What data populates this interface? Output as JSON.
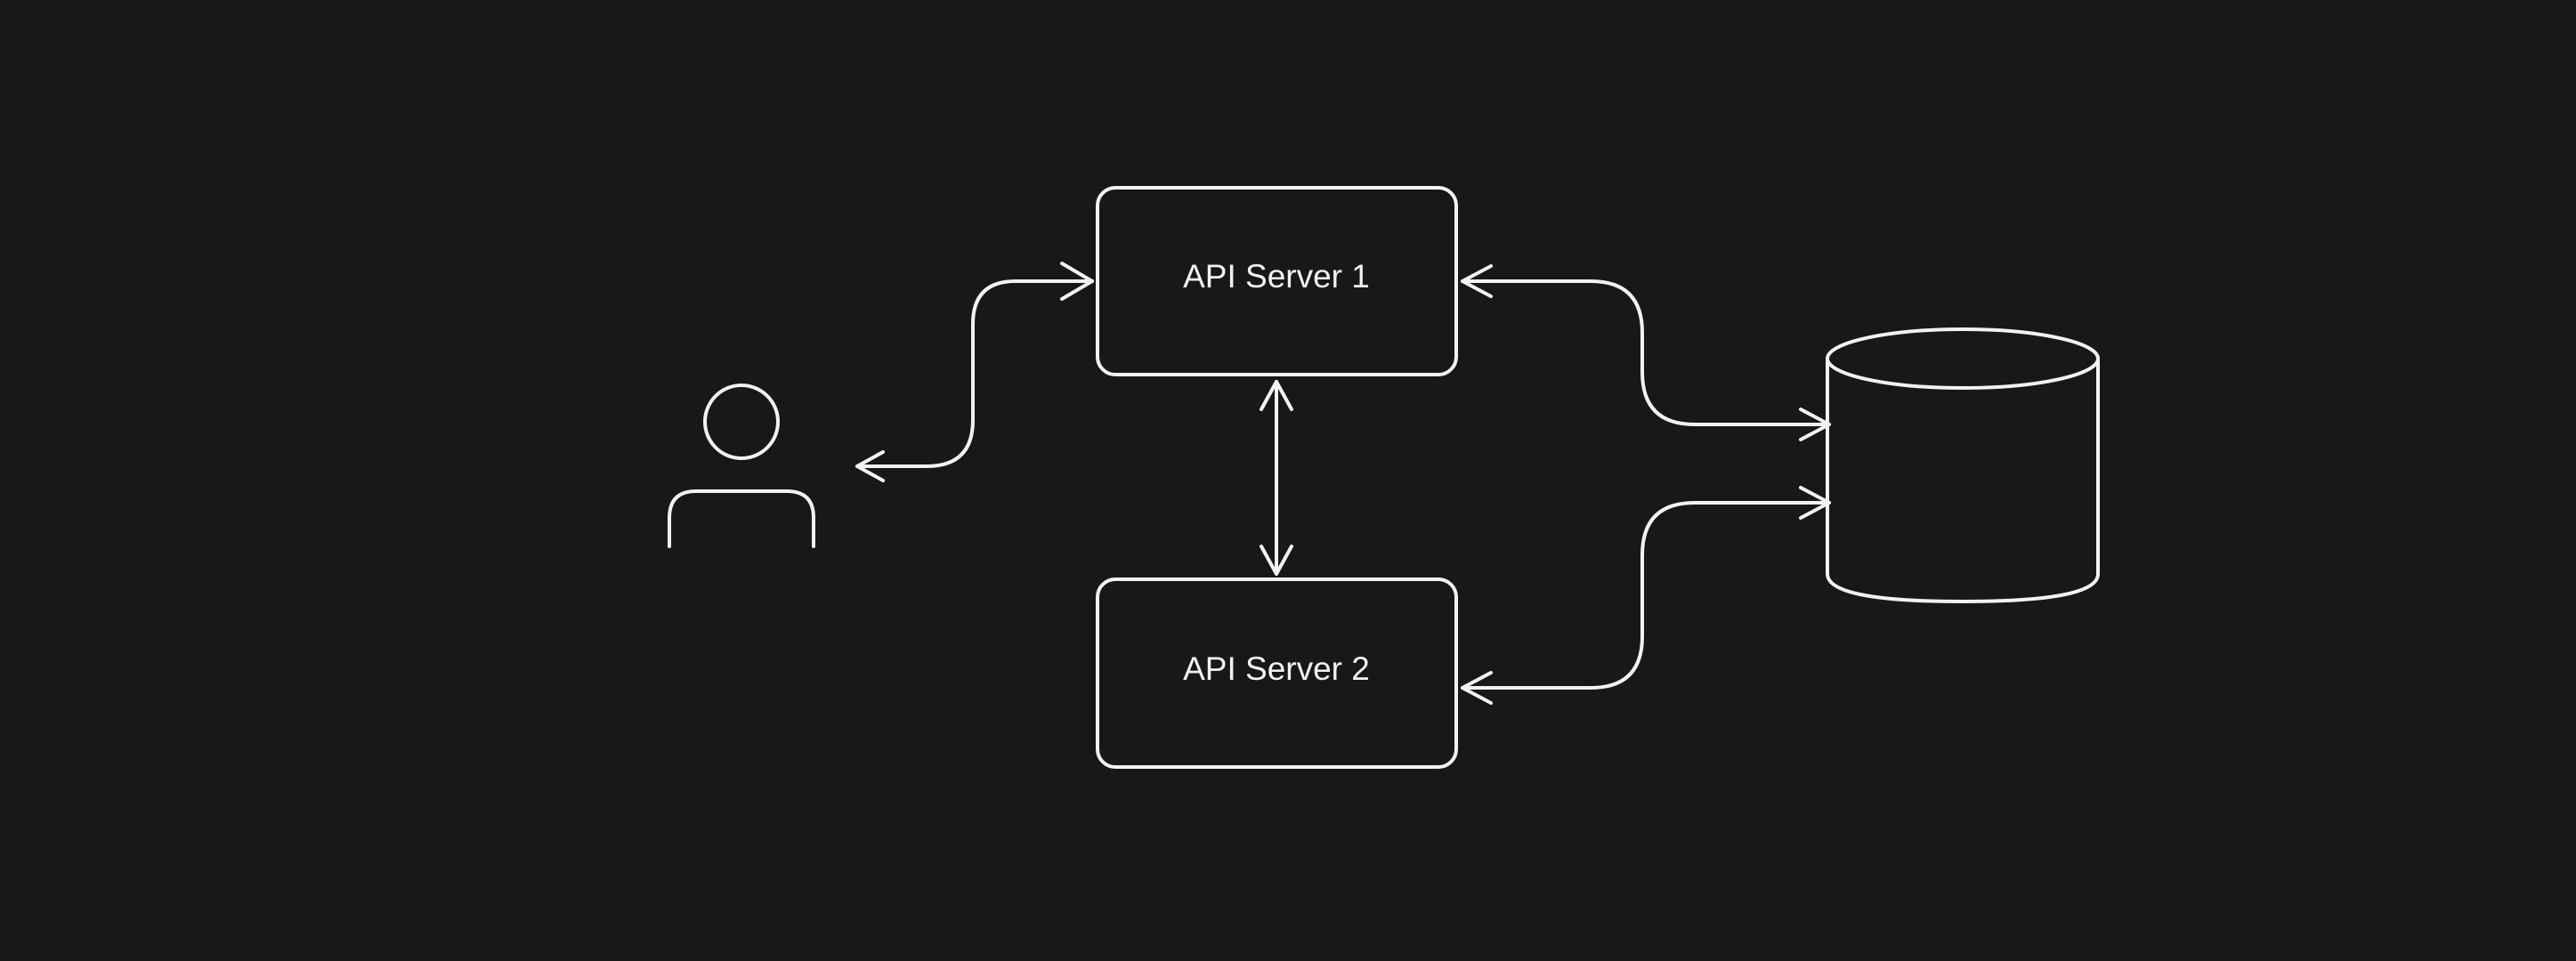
{
  "diagram": {
    "nodes": [
      {
        "id": "user",
        "type": "actor",
        "label": ""
      },
      {
        "id": "api-server-1",
        "type": "box",
        "label": "API Server 1"
      },
      {
        "id": "api-server-2",
        "type": "box",
        "label": "API Server 2"
      },
      {
        "id": "database",
        "type": "cylinder",
        "label": ""
      }
    ],
    "edges": [
      {
        "from": "user",
        "to": "api-server-1",
        "direction": "both"
      },
      {
        "from": "api-server-1",
        "to": "api-server-2",
        "direction": "both"
      },
      {
        "from": "api-server-1",
        "to": "database",
        "direction": "both"
      },
      {
        "from": "api-server-2",
        "to": "database",
        "direction": "both"
      }
    ],
    "colors": {
      "background": "#181818",
      "stroke": "#f2f2f2"
    }
  }
}
